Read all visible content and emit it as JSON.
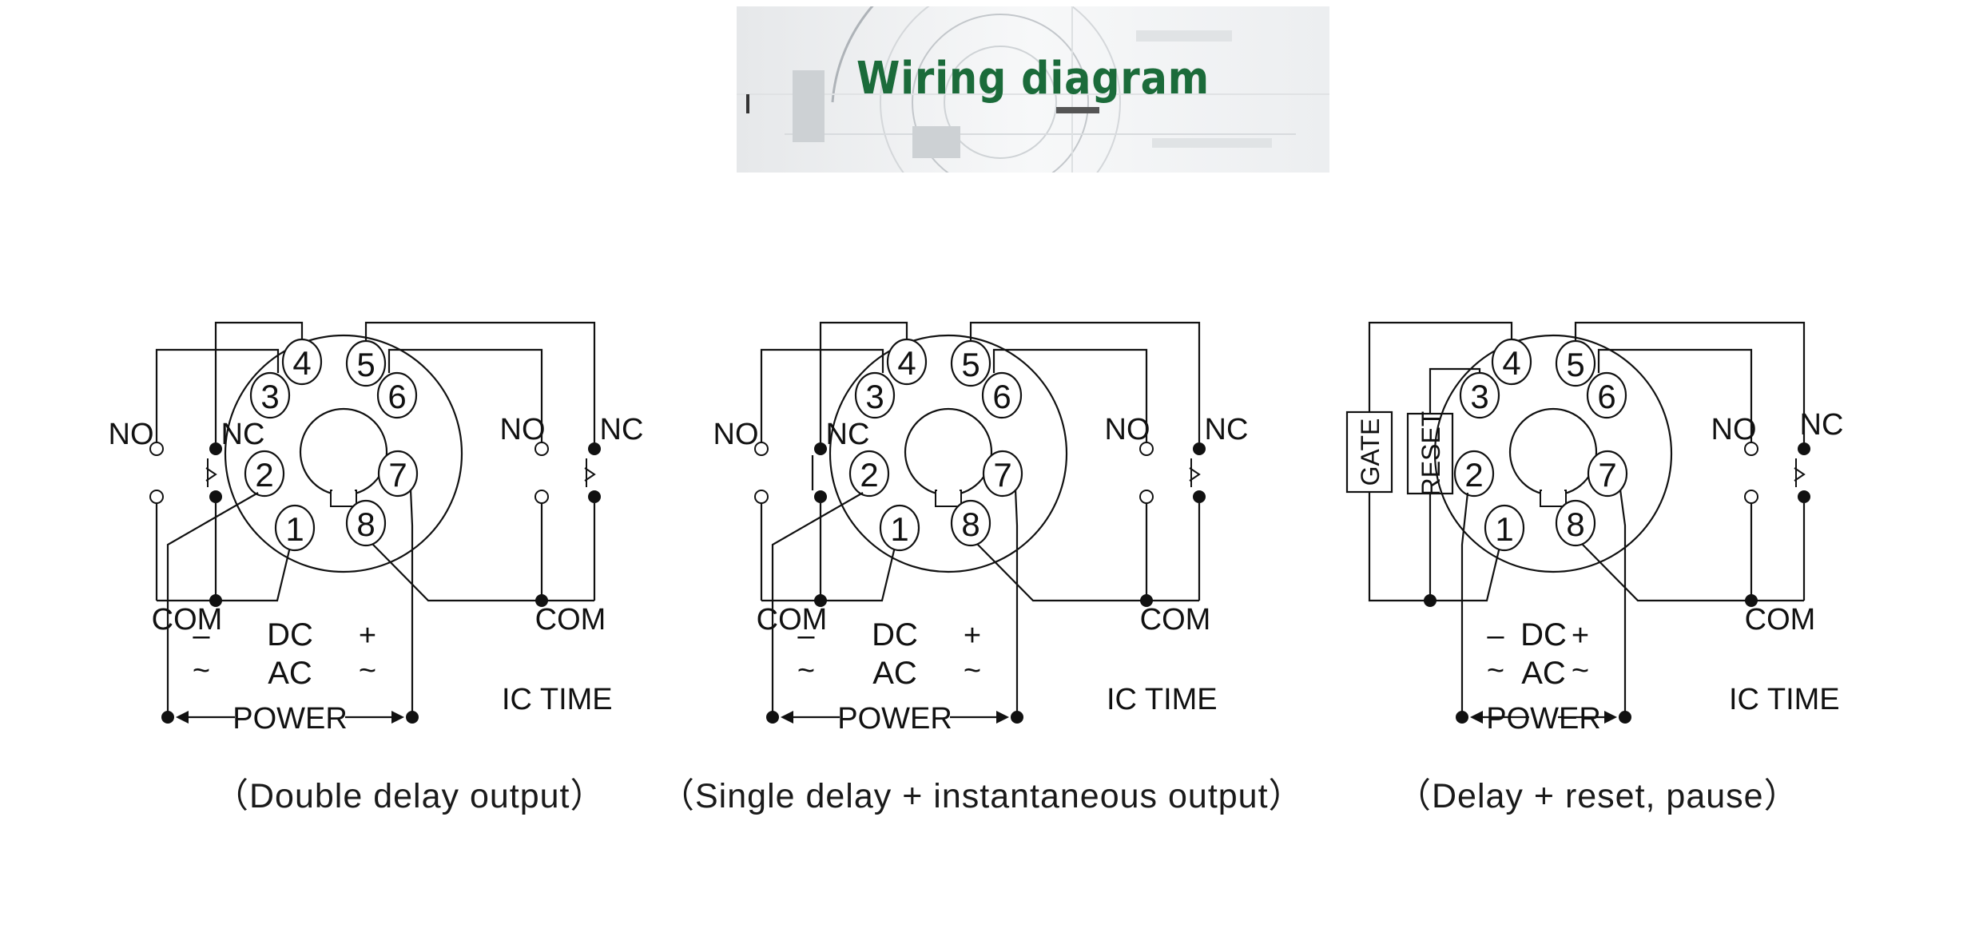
{
  "banner": {
    "title": "Wiring diagram"
  },
  "labels": {
    "no": "NO",
    "nc": "NC",
    "com": "COM",
    "minus": "–",
    "plus": "+",
    "dc": "DC",
    "ac": "AC",
    "tilde": "~",
    "power": "POWER",
    "ic_time": "IC TIME",
    "gate": "GATE",
    "reset": "RESET"
  },
  "pins": [
    "1",
    "2",
    "3",
    "4",
    "5",
    "6",
    "7",
    "8"
  ],
  "captions": [
    "（Double delay output）",
    "（Single delay + instantaneous output）",
    "（Delay + reset, pause）"
  ]
}
